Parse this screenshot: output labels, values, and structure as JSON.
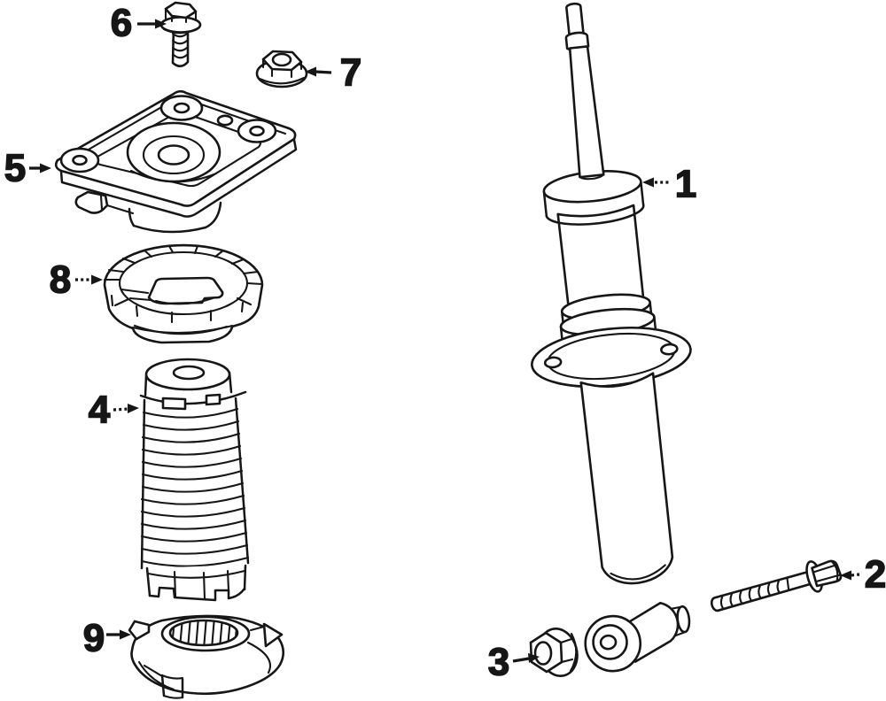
{
  "palette": {
    "ink": "#161616",
    "paper": "#ffffff"
  },
  "diagram": {
    "callouts": [
      {
        "label": "1",
        "part": "shock-absorber"
      },
      {
        "label": "2",
        "part": "lower-mount-bolt"
      },
      {
        "label": "3",
        "part": "lower-mount-nut"
      },
      {
        "label": "4",
        "part": "dust-boot"
      },
      {
        "label": "5",
        "part": "upper-mount-plate"
      },
      {
        "label": "6",
        "part": "upper-mount-bolt"
      },
      {
        "label": "7",
        "part": "upper-mount-nut"
      },
      {
        "label": "8",
        "part": "upper-spring-seat"
      },
      {
        "label": "9",
        "part": "lower-spring-insulator"
      }
    ]
  }
}
